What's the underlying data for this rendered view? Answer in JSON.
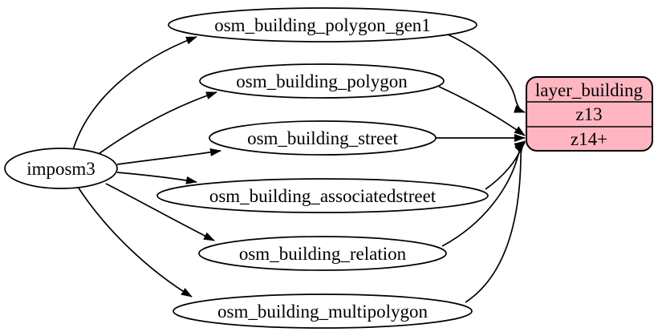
{
  "diagram": {
    "kind": "etl-graph",
    "colors": {
      "background": "#ffffff",
      "edge": "#000000",
      "table_fill": "#ffffff",
      "table_stroke": "#000000",
      "layer_fill": "#ffb6c1",
      "layer_stroke": "#000000",
      "text": "#000000"
    },
    "source": {
      "label": "imposm3"
    },
    "tables": [
      {
        "label": "osm_building_polygon_gen1"
      },
      {
        "label": "osm_building_polygon"
      },
      {
        "label": "osm_building_street"
      },
      {
        "label": "osm_building_associatedstreet"
      },
      {
        "label": "osm_building_relation"
      },
      {
        "label": "osm_building_multipolygon"
      }
    ],
    "layer": {
      "title": "layer_building",
      "rows": [
        "z13",
        "z14+"
      ]
    },
    "edges": [
      {
        "from": "imposm3",
        "to": "osm_building_polygon_gen1"
      },
      {
        "from": "imposm3",
        "to": "osm_building_polygon"
      },
      {
        "from": "imposm3",
        "to": "osm_building_street"
      },
      {
        "from": "imposm3",
        "to": "osm_building_associatedstreet"
      },
      {
        "from": "imposm3",
        "to": "osm_building_relation"
      },
      {
        "from": "imposm3",
        "to": "osm_building_multipolygon"
      },
      {
        "from": "osm_building_polygon_gen1",
        "to": "layer_building:z13"
      },
      {
        "from": "osm_building_polygon",
        "to": "layer_building:z14+"
      },
      {
        "from": "osm_building_street",
        "to": "layer_building:z14+"
      },
      {
        "from": "osm_building_associatedstreet",
        "to": "layer_building:z14+"
      },
      {
        "from": "osm_building_relation",
        "to": "layer_building:z14+"
      },
      {
        "from": "osm_building_multipolygon",
        "to": "layer_building:z14+"
      }
    ]
  }
}
